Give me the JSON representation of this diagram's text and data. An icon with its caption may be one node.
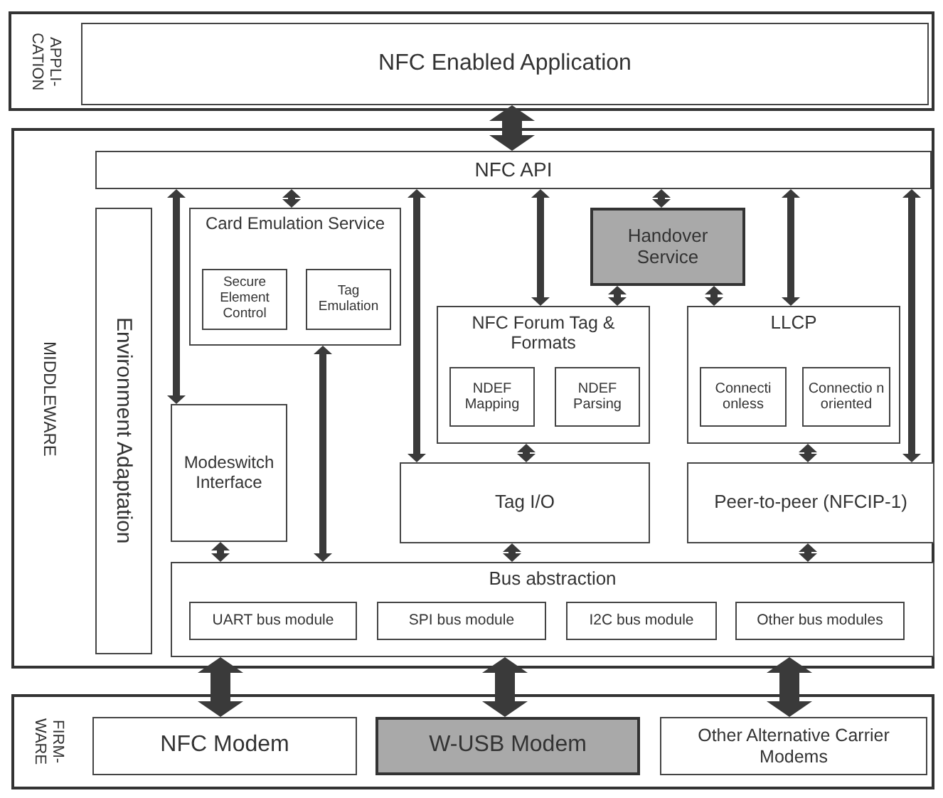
{
  "diagram": {
    "nodes": [
      {
        "text": [
          "APPLI- CATION"
        ]
      },
      {
        "text": [
          "NFC Enabled Application"
        ],
        "in": 0
      },
      {
        "text": [
          "MIDDLEWARE"
        ]
      },
      {
        "text": [
          "NFC API"
        ],
        "in": 2
      },
      {
        "text": [
          "Environment Adaptation"
        ],
        "in": 2
      },
      {
        "text": [
          "Card Emulation Service"
        ],
        "in": 2
      },
      {
        "text": [
          "Secure Element Control"
        ],
        "in": 5
      },
      {
        "text": [
          "Tag Emulation"
        ],
        "in": 5
      },
      {
        "text": [
          "Handover Service"
        ],
        "in": 2
      },
      {
        "text": [
          "NFC Forum Tag & Formats"
        ],
        "in": 2
      },
      {
        "text": [
          "NDEF Mapping"
        ],
        "in": 9
      },
      {
        "text": [
          "NDEF Parsing"
        ],
        "in": 9
      },
      {
        "text": [
          "LLCP"
        ],
        "in": 2
      },
      {
        "text": [
          "Connecti onless"
        ],
        "in": 12
      },
      {
        "text": [
          "Connectio n oriented"
        ],
        "in": 12
      },
      {
        "text": [
          "Modeswitch Interface"
        ],
        "in": 2
      },
      {
        "text": [
          "Tag I/O"
        ],
        "in": 2
      },
      {
        "text": [
          "Peer-to-peer (NFCIP-1)"
        ],
        "in": 2
      },
      {
        "text": [
          "Bus abstraction"
        ],
        "in": 2
      },
      {
        "text": [
          "UART bus module"
        ],
        "in": 18
      },
      {
        "text": [
          "SPI bus module"
        ],
        "in": 18
      },
      {
        "text": [
          "I2C bus module"
        ],
        "in": 18
      },
      {
        "text": [
          "Other bus modules"
        ],
        "in": 18
      },
      {
        "text": [
          "FIRM- WARE"
        ]
      },
      {
        "text": [
          "NFC Modem"
        ],
        "in": 23
      },
      {
        "text": [
          "W-USB Modem"
        ],
        "in": 23
      },
      {
        "text": [
          "Other Alternative Carrier Modems"
        ],
        "in": 23
      }
    ],
    "edges": [
      {
        "from": 1,
        "to": 3,
        "arrow": "both",
        "style": "thick"
      },
      {
        "from": 3,
        "to": 15,
        "arrow": "both"
      },
      {
        "from": 3,
        "to": 5,
        "arrow": "both"
      },
      {
        "from": 3,
        "to": 16,
        "arrow": "both"
      },
      {
        "from": 3,
        "to": 9,
        "arrow": "both"
      },
      {
        "from": 3,
        "to": 8,
        "arrow": "both"
      },
      {
        "from": 3,
        "to": 12,
        "arrow": "both"
      },
      {
        "from": 3,
        "to": 17,
        "arrow": "both"
      },
      {
        "from": 8,
        "to": 9,
        "arrow": "both"
      },
      {
        "from": 8,
        "to": 12,
        "arrow": "both"
      },
      {
        "from": 5,
        "to": 18,
        "arrow": "both"
      },
      {
        "from": 9,
        "to": 16,
        "arrow": "both"
      },
      {
        "from": 12,
        "to": 17,
        "arrow": "both"
      },
      {
        "from": 15,
        "to": 18,
        "arrow": "both"
      },
      {
        "from": 16,
        "to": 18,
        "arrow": "both"
      },
      {
        "from": 17,
        "to": 18,
        "arrow": "both"
      },
      {
        "from": 18,
        "to": 24,
        "arrow": "both",
        "style": "thick"
      },
      {
        "from": 18,
        "to": 25,
        "arrow": "both",
        "style": "thick"
      },
      {
        "from": 18,
        "to": 26,
        "arrow": "both",
        "style": "thick"
      }
    ]
  }
}
